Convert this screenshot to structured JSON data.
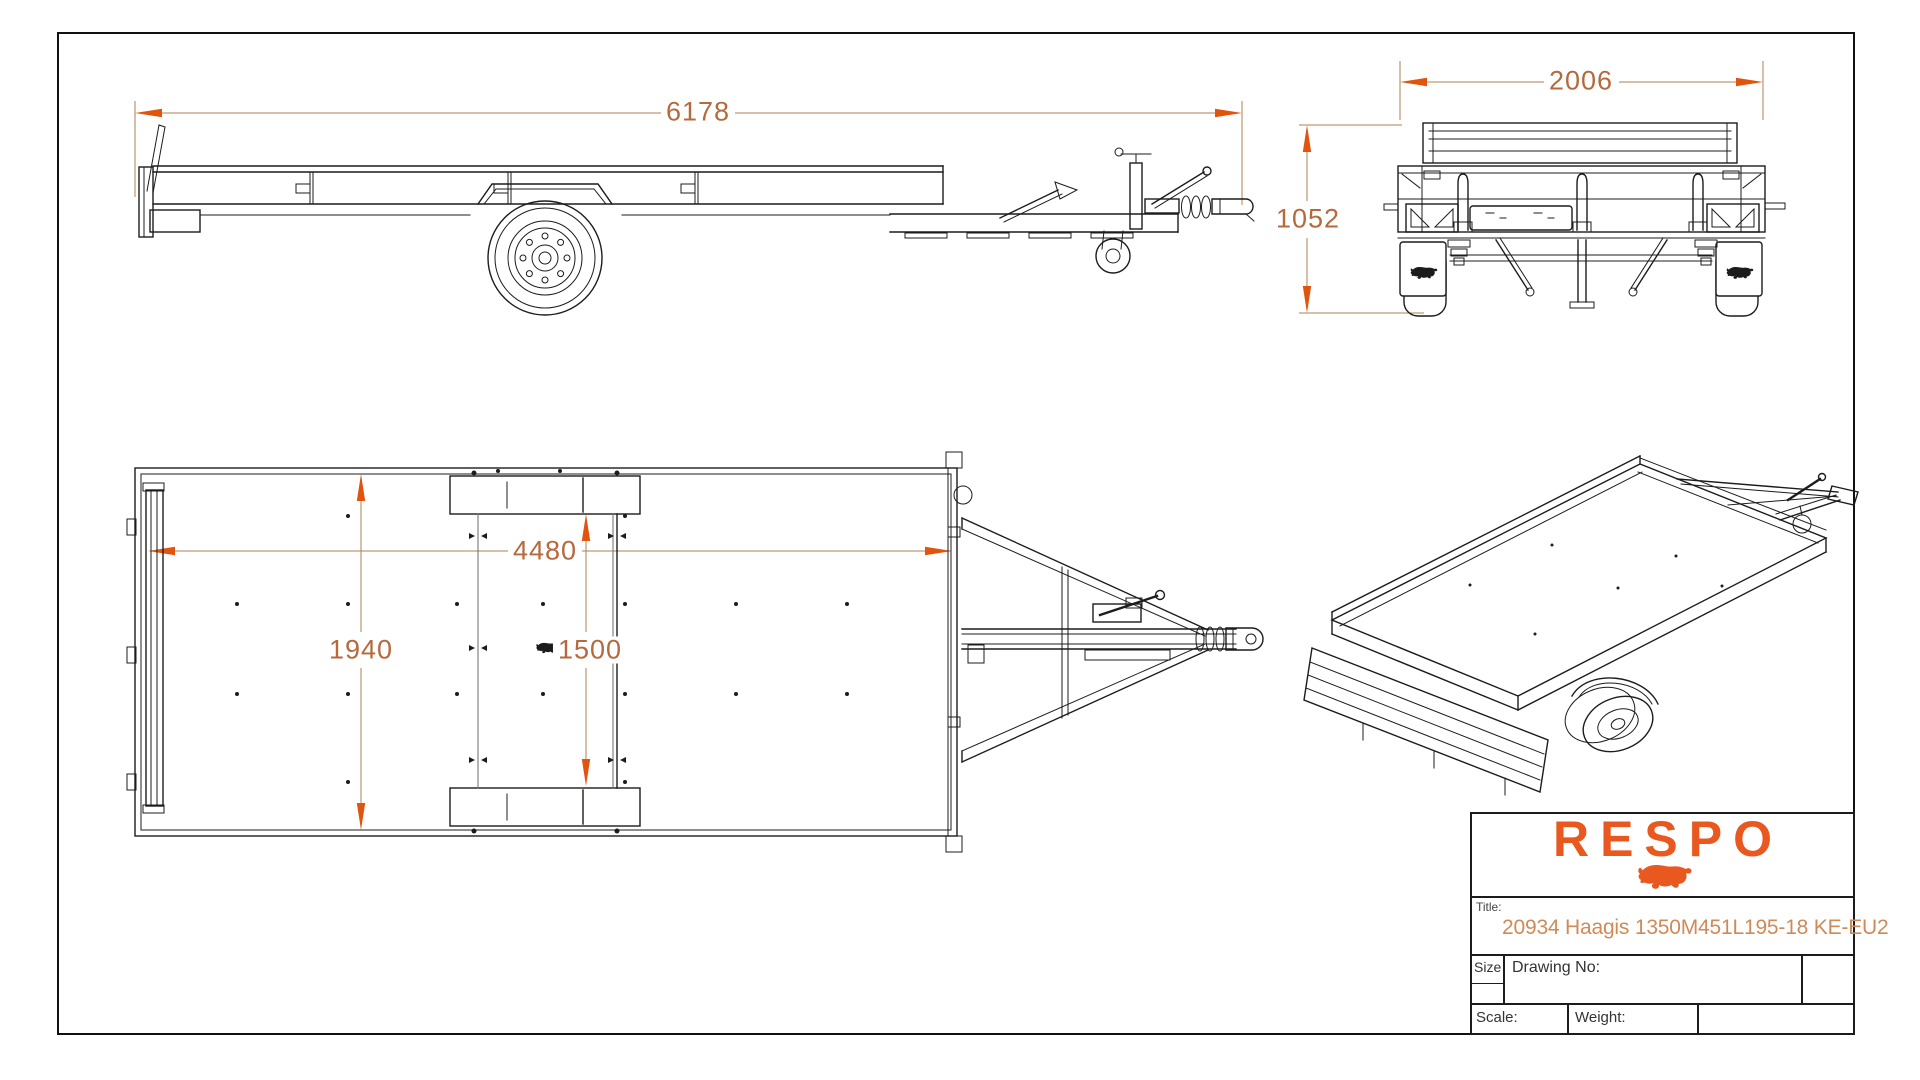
{
  "sheet": {
    "brand": "RESPO",
    "title_block": {
      "title_label": "Title:",
      "title_value": "20934 Haagis 1350M451L195-18 KE-EU2",
      "size_label": "Size",
      "drawing_no_label": "Drawing No:",
      "scale_label": "Scale:",
      "weight_label": "Weight:"
    }
  },
  "dimensions": {
    "overall_length_mm": "6178",
    "overall_width_mm": "2006",
    "overall_height_mm": "1052",
    "bed_inner_length_mm": "4480",
    "bed_inner_width_mm": "1940",
    "axle_marker_mm": "1500"
  },
  "icons": {
    "logo": "bull-logo-icon",
    "stamp": "bull-stamp-icon",
    "mudflap": "mudflap-bull-icon"
  },
  "colors": {
    "line": "#1c1c1c",
    "dimension_text": "#b5693c",
    "dimension_line": "#b08050",
    "arrow": "#e0540e",
    "brand_orange": "#e8581f",
    "title_text": "#cf8a57"
  }
}
